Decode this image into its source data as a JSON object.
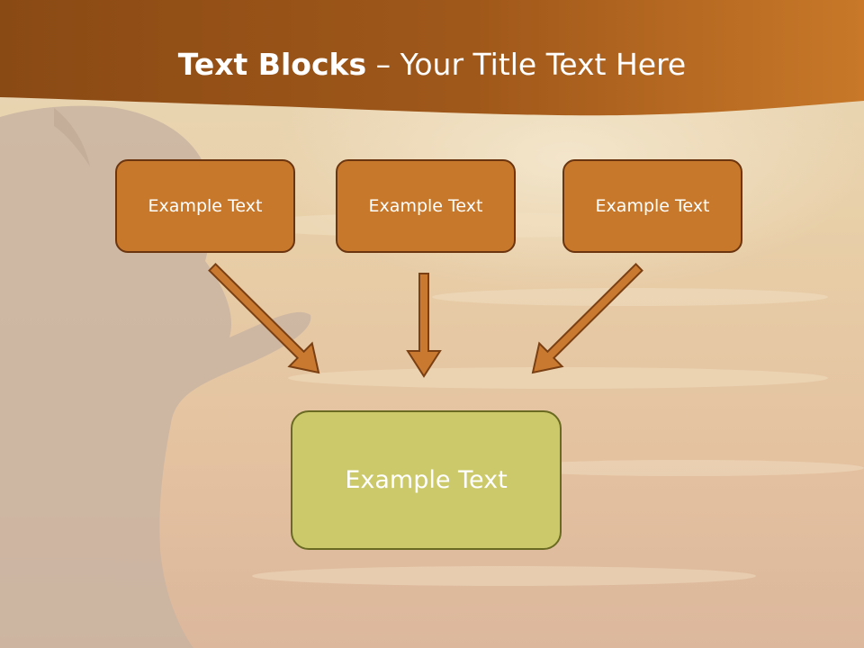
{
  "title": {
    "bold": "Text Blocks",
    "dash": " – ",
    "rest": "Your Title Text Here"
  },
  "blocks": [
    {
      "label": "Example Text"
    },
    {
      "label": "Example Text"
    },
    {
      "label": "Example Text"
    }
  ],
  "target": {
    "label": "Example Text"
  },
  "colors": {
    "header": "#b0641c",
    "box_fill": "#c8782a",
    "box_border": "#6b3510",
    "arrow_fill": "#c97a30",
    "arrow_stroke": "#7a3f12",
    "target_fill": "#cbc96a",
    "target_border": "#6a6a22"
  }
}
